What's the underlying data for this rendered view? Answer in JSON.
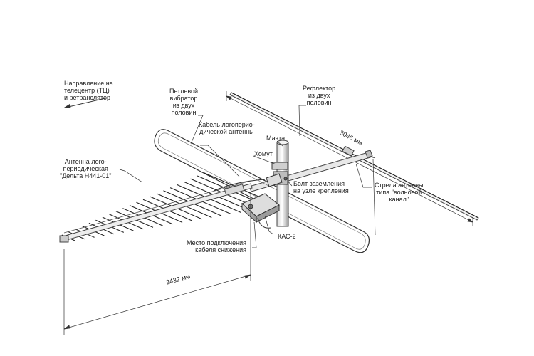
{
  "labels": {
    "direction": "Направление на\nтелецентр (ТЦ)\nи ретранслятор",
    "loop_vibrator": "Петлевой\nвибратор\nиз двух\nполовин",
    "reflector": "Рефлектор\nиз двух\nполовин",
    "log_cable": "Кабель логоперио-\nдической антенны",
    "mast": "Мачта",
    "clamp": "Хомут",
    "log_antenna": "Антенна лого-\nпериодическая\n\"Дельта Н441-01\"",
    "ground_bolt": "Болт заземления\nна узле крепления",
    "boom": "Стрела антенны\nтипа \"волновой\nканал\"",
    "kas": "КАС-2",
    "cable_connection": "Место подключения\nкабеля снижения",
    "dim_reflector": "3046 мм",
    "dim_length": "2432 мм"
  }
}
